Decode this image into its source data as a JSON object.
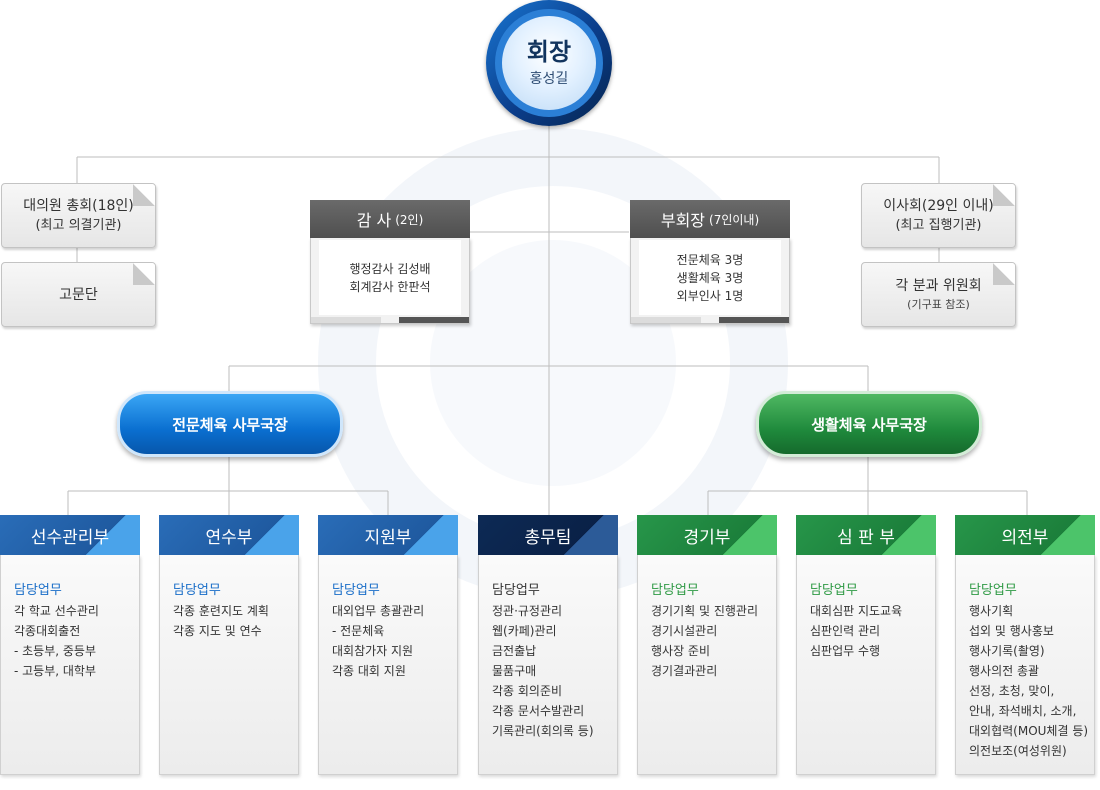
{
  "president": {
    "title": "회장",
    "name": "홍성길"
  },
  "left_boxes": {
    "assembly": {
      "line1": "대의원 총회(18인)",
      "line2": "(최고 의결기관)"
    },
    "advisors": {
      "label": "고문단"
    }
  },
  "right_boxes": {
    "board": {
      "line1": "이사회(29인 이내)",
      "line2": "(최고 집행기관)"
    },
    "committees": {
      "line1": "각 분과 위원회",
      "line2": "(기구표 참조)"
    }
  },
  "audit": {
    "title": "감 사",
    "count": "(2인)",
    "lines": [
      "행정감사 김성배",
      "회계감사 한판석"
    ]
  },
  "vice": {
    "title": "부회장",
    "count": "(7인이내)",
    "lines": [
      "전문체육 3명",
      "생활체육 3명",
      "외부인사 1명"
    ]
  },
  "secretaries": {
    "elite": "전문체육 사무국장",
    "public": "생활체육 사무국장"
  },
  "colors": {
    "blue": "#1f5aa0",
    "navy": "#0a2147",
    "green": "#1c7f3b"
  },
  "departments": [
    {
      "name": "선수관리부",
      "duty_title": "담당업무",
      "duties": [
        "각 학교 선수관리",
        "각종대회출전",
        "- 초등부, 중등부",
        "- 고등부, 대학부"
      ]
    },
    {
      "name": "연수부",
      "duty_title": "담당업무",
      "duties": [
        "각종 훈련지도 계획",
        "각종 지도 및 연수"
      ]
    },
    {
      "name": "지원부",
      "duty_title": "담당업무",
      "duties": [
        "대외업무 총괄관리",
        "- 전문체육",
        "대회참가자 지원",
        "각종 대회 지원"
      ]
    },
    {
      "name": "총무팀",
      "duty_title": "담당업무",
      "duties": [
        "정관·규정관리",
        "웹(카페)관리",
        "금전출납",
        "물품구매",
        "각종 회의준비",
        "각종 문서수발관리",
        "기록관리(회의록 등)"
      ]
    },
    {
      "name": "경기부",
      "duty_title": "담당업무",
      "duties": [
        "경기기획 및 진행관리",
        "경기시설관리",
        "행사장 준비",
        "경기결과관리"
      ]
    },
    {
      "name": "심 판 부",
      "duty_title": "담당업무",
      "duties": [
        "대회심판 지도교육",
        "심판인력 관리",
        "심판업무 수행"
      ]
    },
    {
      "name": "의전부",
      "duty_title": "담당업무",
      "duties": [
        "행사기획",
        "섭외 및 행사홍보",
        "행사기록(촬영)",
        "행사의전 총괄",
        "선정, 초청, 맞이,",
        "안내, 좌석배치, 소개,",
        "대외협력(MOU체결 등)",
        "의전보조(여성위원)"
      ]
    }
  ]
}
